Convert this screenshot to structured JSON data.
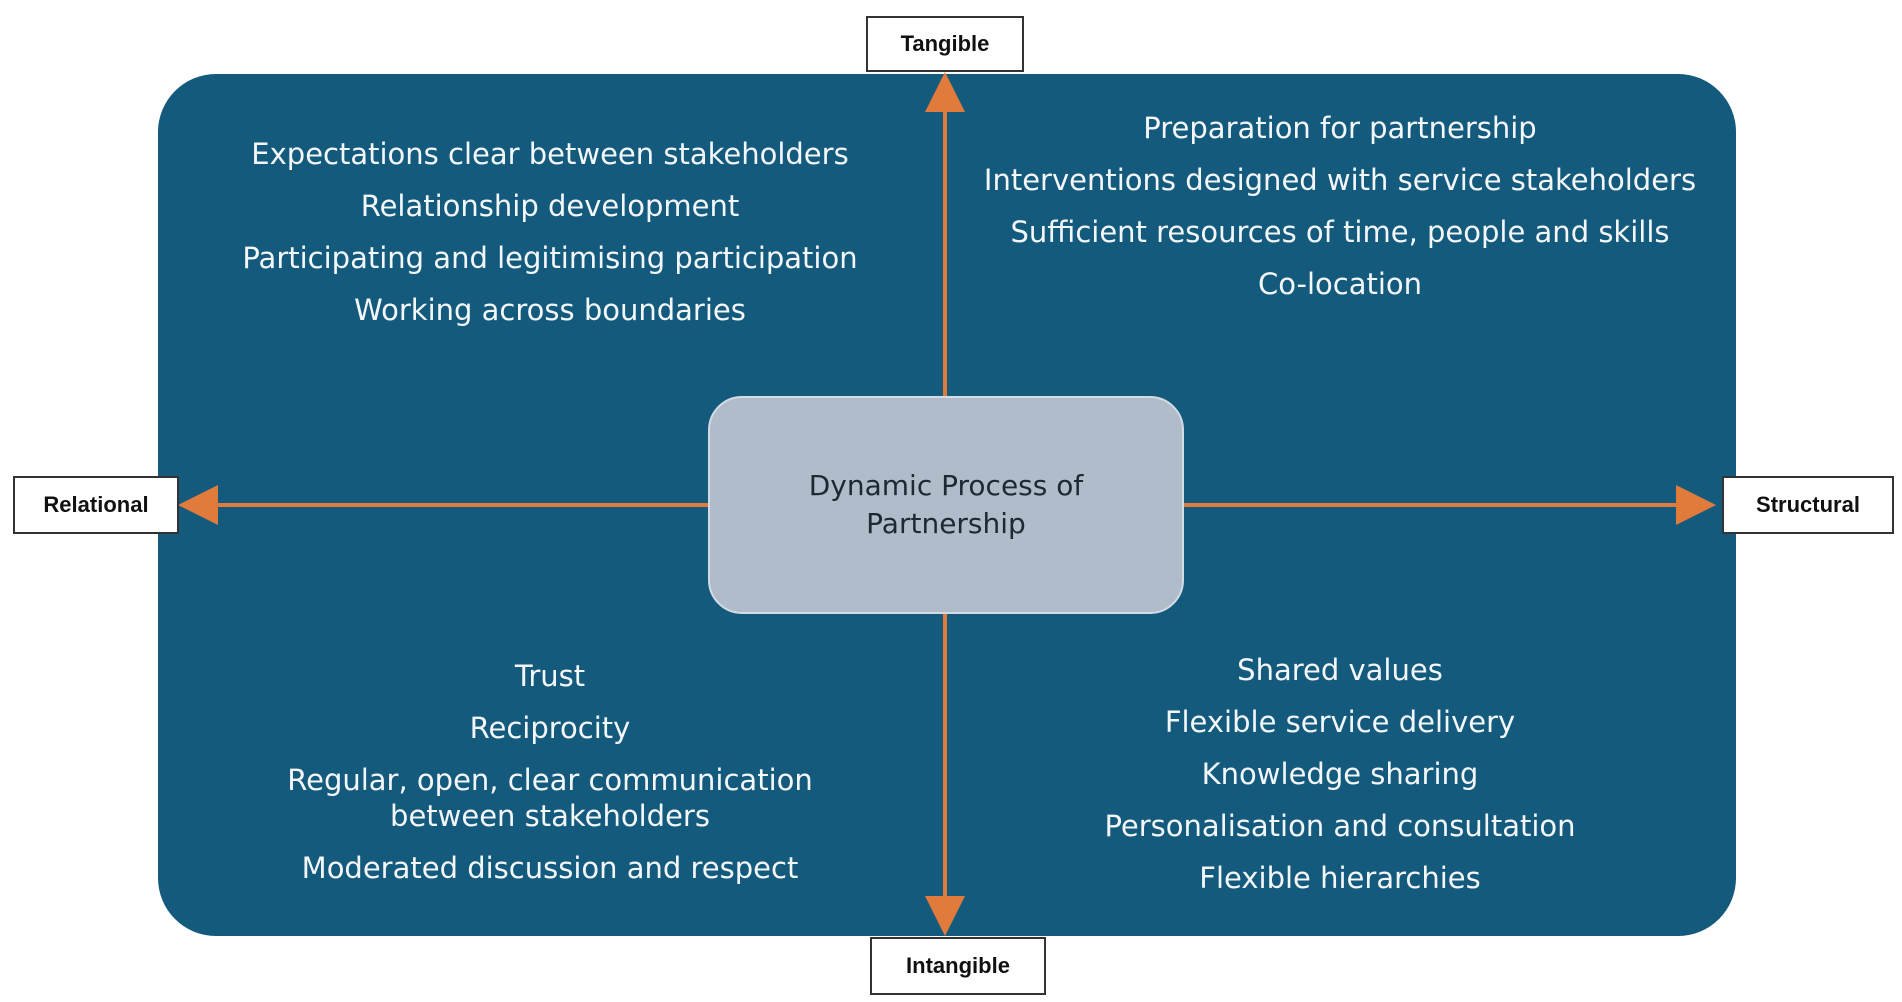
{
  "center": {
    "text": "Dynamic Process of Partnership"
  },
  "axes": {
    "top": "Tangible",
    "bottom": "Intangible",
    "left": "Relational",
    "right": "Structural"
  },
  "quadrants": {
    "top_left": [
      "Expectations clear between stakeholders",
      "Relationship development",
      "Participating and legitimising participation",
      "Working across boundaries"
    ],
    "top_right": [
      "Preparation for partnership",
      "Interventions designed with service stakeholders",
      "Sufficient resources of time, people and skills",
      "Co-location"
    ],
    "bottom_left": [
      "Trust",
      "Reciprocity",
      "Regular, open, clear communication between stakeholders",
      "Moderated discussion and respect"
    ],
    "bottom_right": [
      "Shared values",
      "Flexible service delivery",
      "Knowledge sharing",
      "Personalisation and consultation",
      "Flexible hierarchies"
    ]
  },
  "colors": {
    "panel": "#135a7c",
    "center_box": "#b0bcc9",
    "arrow": "#e07b3c"
  }
}
